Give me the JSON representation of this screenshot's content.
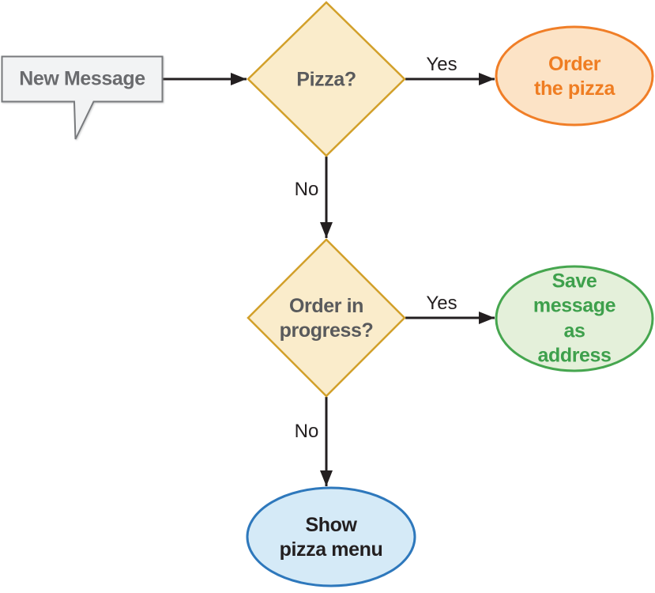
{
  "diagram": {
    "type": "flowchart",
    "nodes": {
      "new_message": {
        "label": "New Message",
        "shape": "speech-bubble",
        "fill": "#f2f3f4",
        "stroke": "#787a7d",
        "text_color": "#6a6b6e"
      },
      "pizza": {
        "label": "Pizza?",
        "shape": "diamond-decision",
        "fill": "#faeccb",
        "stroke": "#d2a02a",
        "text_color": "#595a5c"
      },
      "order_the_pizza": {
        "label": "Order the pizza",
        "shape": "ellipse",
        "fill": "#fce3c6",
        "stroke": "#f07e27",
        "text_color": "#ef7d22"
      },
      "order_in_progress": {
        "label": "Order in\nprogress?",
        "shape": "diamond-decision",
        "fill": "#faeccb",
        "stroke": "#d2a02a",
        "text_color": "#595a5c"
      },
      "save_message_as_address": {
        "label": "Save message\nas address",
        "shape": "ellipse",
        "fill": "#e4f0da",
        "stroke": "#46a64f",
        "text_color": "#3ea04c"
      },
      "show_pizza_menu": {
        "label": "Show\npizza menu",
        "shape": "ellipse",
        "fill": "#d5eaf7",
        "stroke": "#2e78bc",
        "text_color": "#231f20"
      }
    },
    "edges": [
      {
        "from": "new_message",
        "to": "pizza",
        "label": ""
      },
      {
        "from": "pizza",
        "to": "order_the_pizza",
        "label": "Yes"
      },
      {
        "from": "pizza",
        "to": "order_in_progress",
        "label": "No"
      },
      {
        "from": "order_in_progress",
        "to": "save_message_as_address",
        "label": "Yes"
      },
      {
        "from": "order_in_progress",
        "to": "show_pizza_menu",
        "label": "No"
      }
    ],
    "arrow_color": "#231f20",
    "background": "#ffffff"
  }
}
